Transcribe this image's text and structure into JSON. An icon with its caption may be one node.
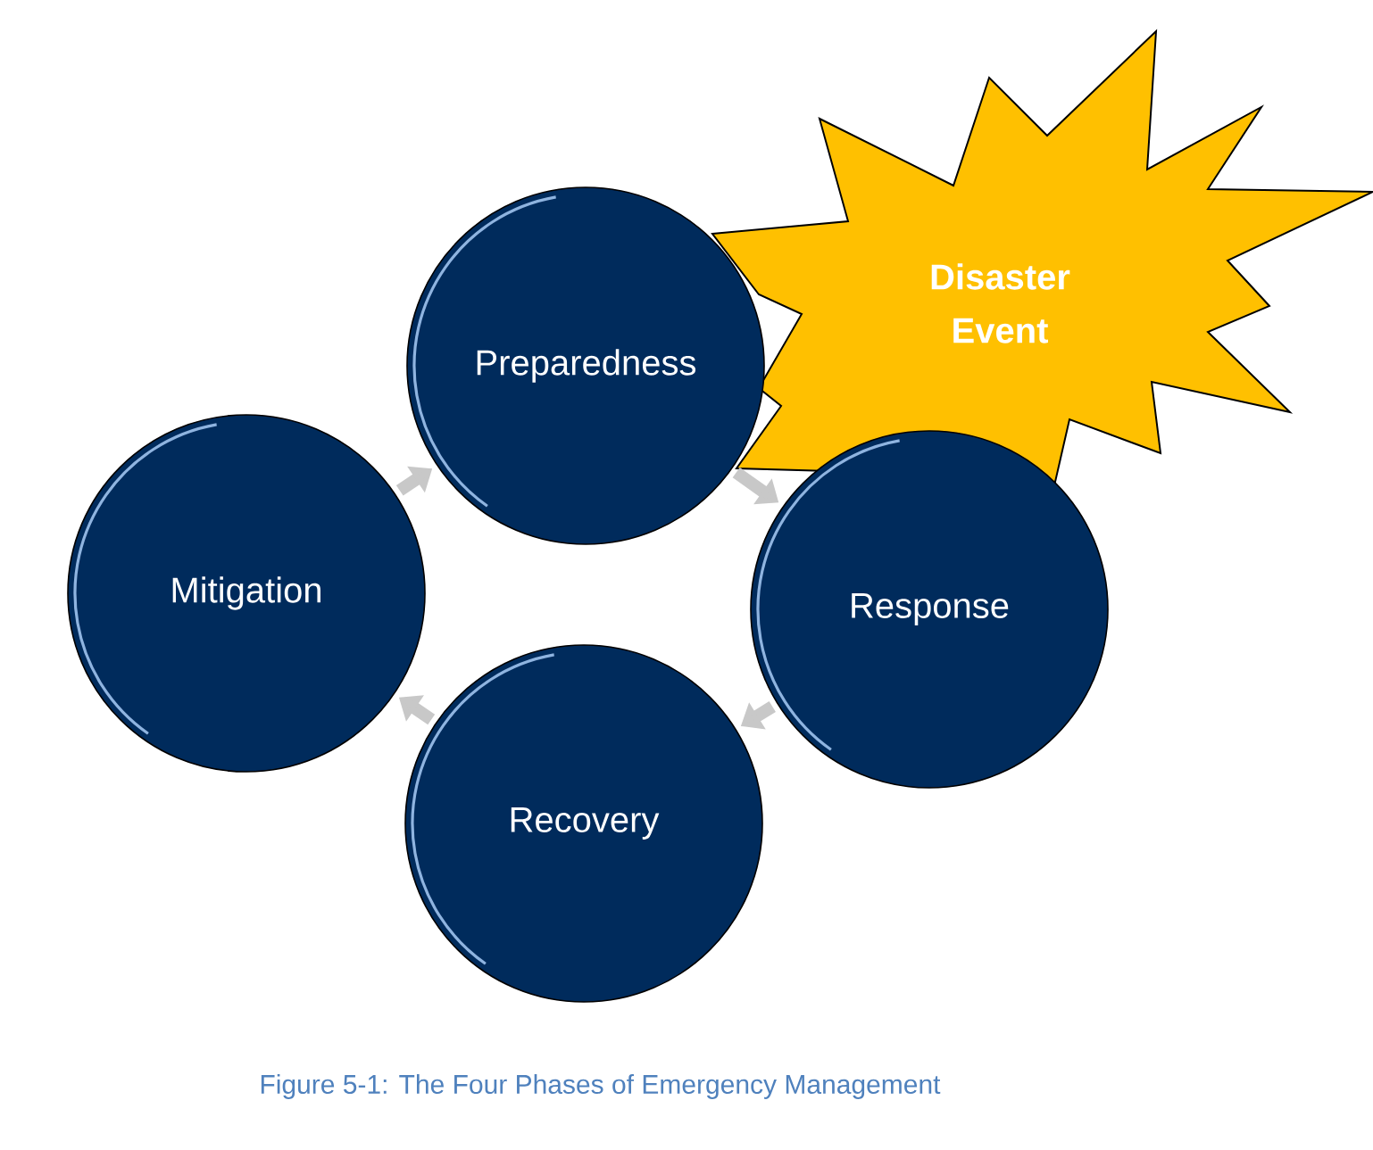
{
  "diagram": {
    "caption": "Figure 5-1: The Four Phases of Emergency Management",
    "nodes": [
      {
        "text": [
          "Preparedness"
        ]
      },
      {
        "text": [
          "Disaster Event"
        ]
      },
      {
        "text": [
          "Mitigation"
        ]
      },
      {
        "text": [
          "Response"
        ]
      },
      {
        "text": [
          "Recovery"
        ]
      }
    ],
    "edges": [
      {
        "from": 2,
        "to": 0,
        "arrow": "to"
      },
      {
        "from": 0,
        "to": 3,
        "arrow": "to"
      },
      {
        "from": 3,
        "to": 4,
        "arrow": "to"
      },
      {
        "from": 4,
        "to": 2,
        "arrow": "to"
      }
    ]
  }
}
